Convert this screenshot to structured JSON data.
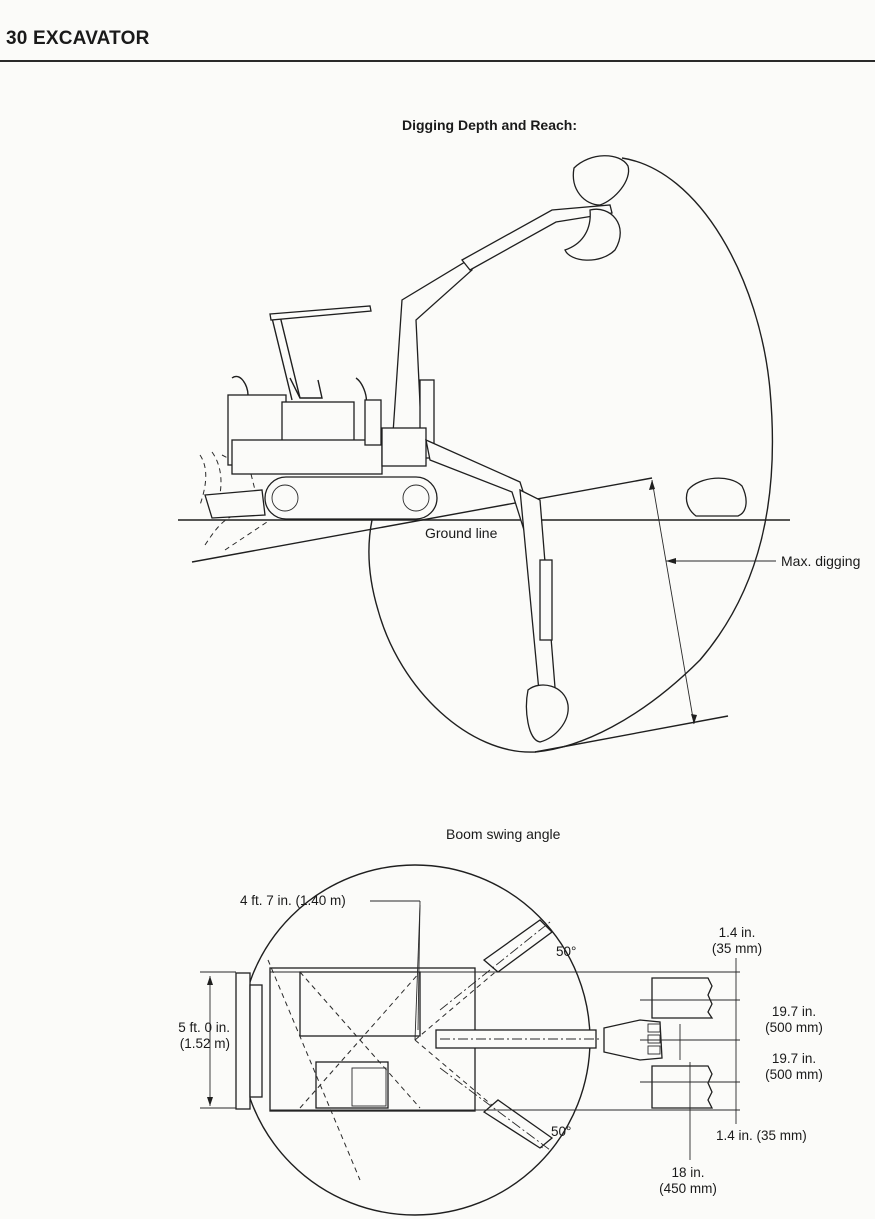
{
  "header": {
    "title": "30 EXCAVATOR"
  },
  "digging": {
    "title": "Digging Depth and Reach:",
    "ground_line_label": "Ground line",
    "max_digging_label": "Max. digging"
  },
  "swing": {
    "title": "Boom swing angle",
    "boom_offset_label": "4 ft. 7 in. (1.40 m)",
    "width_label_1": "5 ft. 0 in.",
    "width_label_2": "(1.52 m)",
    "angle_top": "50°",
    "angle_bottom": "50°",
    "dim_top_1": "1.4 in.",
    "dim_top_2": "(35 mm)",
    "dim_mid1_1": "19.7 in.",
    "dim_mid1_2": "(500 mm)",
    "dim_mid2_1": "19.7 in.",
    "dim_mid2_2": "(500 mm)",
    "dim_bottom": "1.4 in. (35 mm)",
    "dim_center_1": "18 in.",
    "dim_center_2": "(450 mm)"
  }
}
